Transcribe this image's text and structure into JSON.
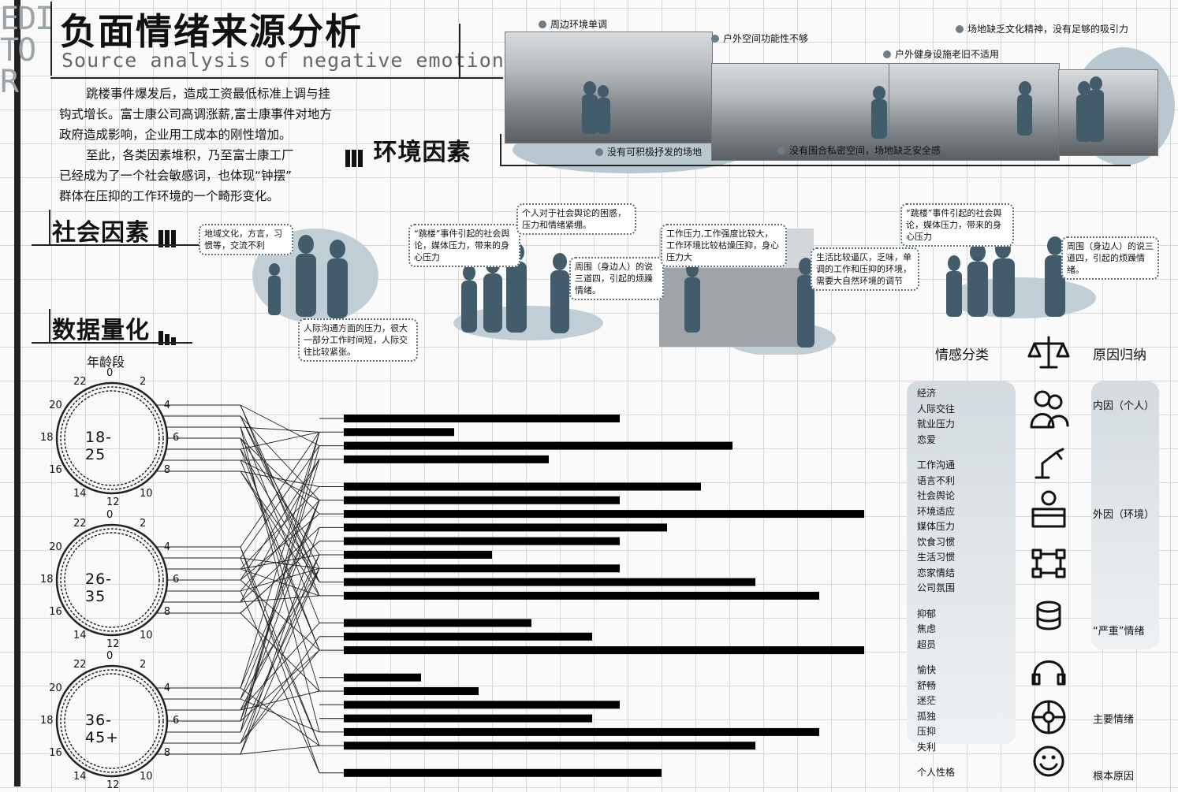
{
  "header": {
    "editor_letters": [
      "EDI",
      "TO",
      "R"
    ],
    "title": "负面情绪来源分析",
    "subtitle": "Source analysis of negative emotions"
  },
  "intro": {
    "p1_lines": [
      "跳楼事件爆发后，造成工资最低标准上调与挂",
      "钩式增长。富士康公司高调涨薪,富士康事件对地方",
      "政府造成影响，企业用工成本的刚性增加。"
    ],
    "p2_lines": [
      "至此，各类因素堆积，乃至富士康工厂",
      "已经成为了一个社会敏感词，也体现“钟摆”",
      "群体在压抑的工作环境的一个畸形变化。"
    ]
  },
  "sections": {
    "environment": "环境因素",
    "social": "社会因素",
    "data": "数据量化"
  },
  "environment_labels": {
    "l1": "周边环境单调",
    "l2": "户外空间功能性不够",
    "l3": "户外健身设施老旧不适用",
    "l4": "场地缺乏文化精神，没有足够的吸引力",
    "l5": "没有可积极抒发的场地",
    "l6": "没有围合私密空间，场地缺乏安全感"
  },
  "social_bubbles": {
    "b1": "地域文化，方言，习惯等，交流不利",
    "b2": "人际沟通方面的压力，很大一部分工作时间短，人际交往比较紧张。",
    "b3": "“跳楼”事件引起的社会舆论，媒体压力，带来的身心压力",
    "b4": "个人对于社会舆论的困惑，压力和情绪紧绷。",
    "b5": "周围（身边人）的说三道四，引起的烦躁情绪。",
    "b6": "工作压力,工作强度比较大，工作环境比较枯燥压抑，身心压力大",
    "b7": "生活比较逼仄，乏味，单调的工作和压抑的环境，需要大自然环境的调节",
    "b8": "“跳楼”事件引起的社会舆论，媒体压力，带来的身心压力",
    "b9": "周围（身边人）的说三道四，引起的烦躁情绪。"
  },
  "quant": {
    "age_header": "年龄段",
    "emotion_header": "情感分类",
    "reason_header": "原因归纳",
    "rings": [
      "18-25",
      "26-35",
      "36-45+"
    ],
    "hour_ticks": [
      "0",
      "2",
      "4",
      "6",
      "8",
      "10",
      "12",
      "14",
      "16",
      "18",
      "20",
      "22"
    ],
    "emotions": [
      "经济",
      "人际交往",
      "就业压力",
      "恋爱",
      "",
      "工作沟通",
      "语言不利",
      "社会舆论",
      "环境适应",
      "媒体压力",
      "饮食习惯",
      "生活习惯",
      "恋家情结",
      "公司氛围",
      "",
      "抑郁",
      "焦虑",
      "超员",
      "",
      "愉快",
      "舒畅",
      "迷茫",
      "孤独",
      "压抑",
      "失利",
      "",
      "个人性格"
    ],
    "reasons": [
      "内因（个人）",
      "外因（环境）",
      "“严重”情绪",
      "主要情绪",
      "根本原因"
    ],
    "icons": [
      "scale-icon",
      "people-icon",
      "robot-arm-icon",
      "money-box-icon",
      "network-icon",
      "coin-stack-icon",
      "headphones-icon",
      "wheel-icon",
      "smiley-icon"
    ]
  },
  "chart_data": {
    "type": "bar",
    "orientation": "horizontal",
    "values": [
      350,
      140,
      493,
      260,
      0,
      453,
      350,
      660,
      410,
      350,
      188,
      350,
      522,
      603,
      0,
      238,
      315,
      660,
      0,
      98,
      171,
      350,
      315,
      603,
      522,
      0,
      403
    ],
    "xlim": [
      0,
      660
    ]
  },
  "colors": {
    "accent": "#435c6b",
    "bubble_border": "#5a6e7a",
    "bar": "#000000"
  }
}
